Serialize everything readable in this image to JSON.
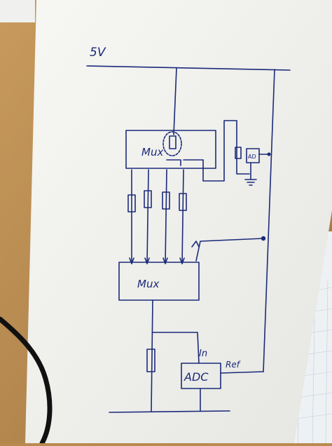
{
  "diagram": {
    "supply_label": "5V",
    "mux_top_label": "Mux",
    "mux_bottom_label": "Mux",
    "adc_label": "ADC",
    "adc_in_label": "In",
    "adc_ref_label": "Ref",
    "ad_label": "AD"
  },
  "colors": {
    "ink": "#1b2a7a",
    "paper": "#f4f4f1",
    "desk": "#b98a4f",
    "cable": "#111111"
  }
}
